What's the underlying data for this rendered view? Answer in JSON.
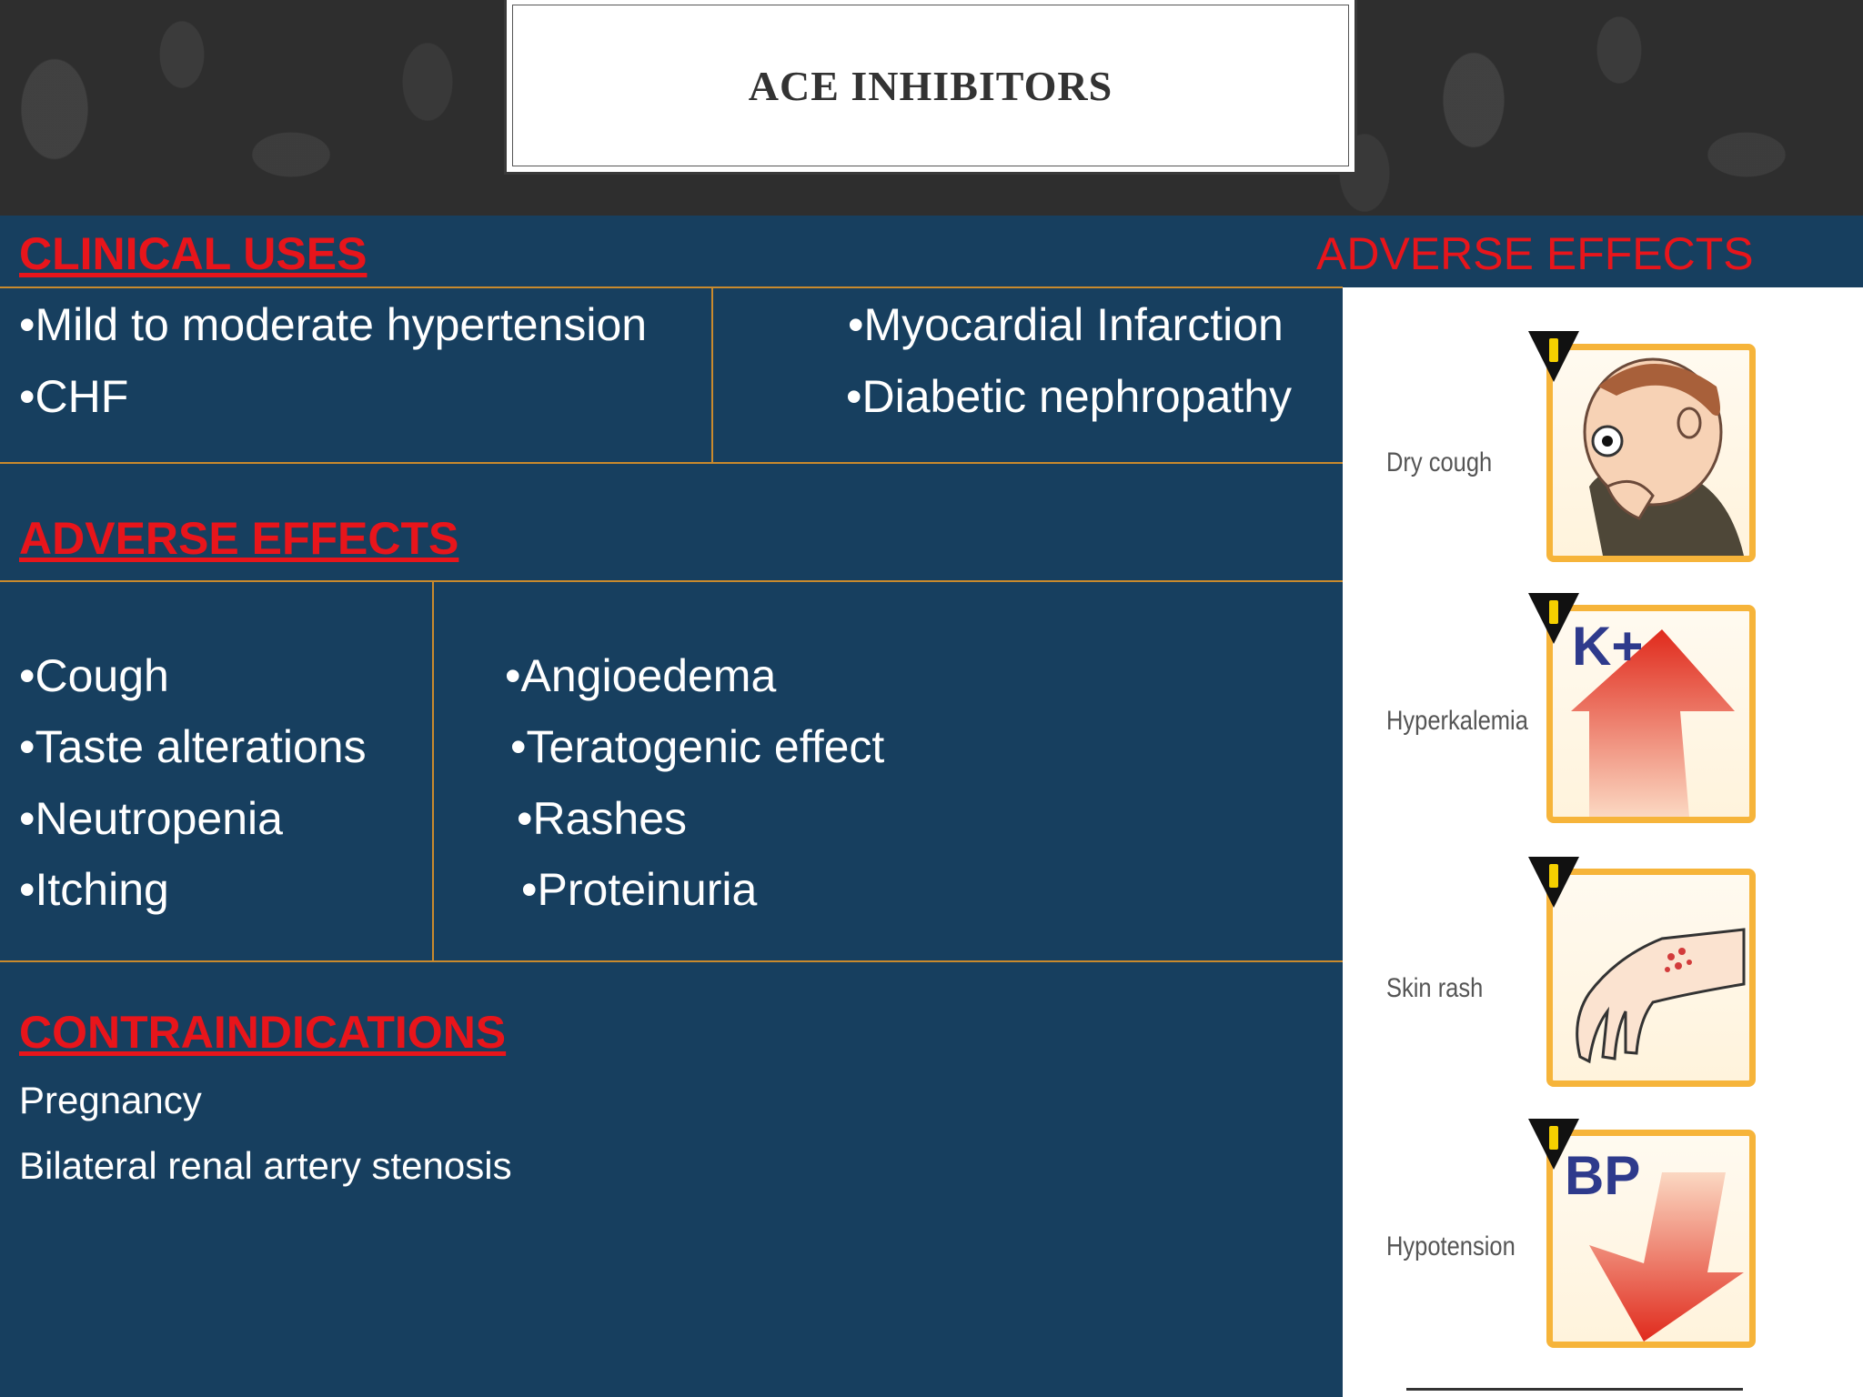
{
  "slide": {
    "title": "ACE INHIBITORS"
  },
  "clinical_uses": {
    "heading": "CLINICAL USES",
    "left": [
      "•Mild to moderate hypertension",
      "•CHF"
    ],
    "right": [
      "•Myocardial Infarction",
      "•Diabetic nephropathy"
    ]
  },
  "adverse_effects": {
    "heading": "ADVERSE EFFECTS",
    "left": [
      "•Cough",
      "•Taste alterations",
      "•Neutropenia",
      "•Itching"
    ],
    "right": [
      "•Angioedema",
      "•Teratogenic effect",
      "•Rashes",
      "•Proteinuria"
    ]
  },
  "contraindications": {
    "heading": "CONTRAINDICATIONS",
    "items": [
      "Pregnancy",
      "Bilateral renal artery stenosis"
    ]
  },
  "side_panel": {
    "heading": "ADVERSE EFFECTS",
    "icons": [
      {
        "label": "Dry cough",
        "icon": "face-cough-icon"
      },
      {
        "label": "Hyperkalemia",
        "icon": "potassium-up-icon",
        "symbol": "K+"
      },
      {
        "label": "Skin rash",
        "icon": "hand-rash-icon"
      },
      {
        "label": "Hypotension",
        "icon": "bp-down-icon",
        "symbol": "BP"
      }
    ]
  },
  "colors": {
    "background": "#173f5f",
    "heading_red": "#e8151b",
    "divider": "#c98a2d",
    "card_border": "#f6b43a"
  }
}
